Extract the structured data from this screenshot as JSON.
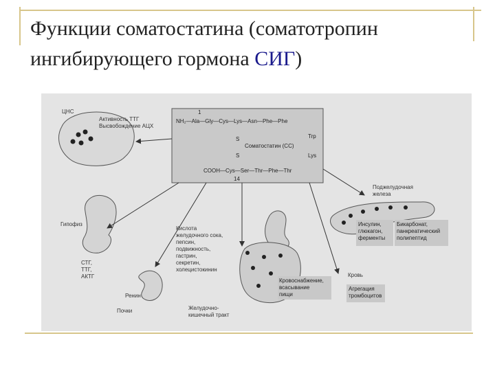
{
  "slide": {
    "title_main": "Функции соматостатина (соматотропин ингибирующего гормона ",
    "title_accent": "СИГ",
    "title_end": ")"
  },
  "figure": {
    "cns_label": "ЦНС",
    "cns_effects": "Активность ТТГ\nВысвобождение АЦХ",
    "formula": {
      "n_index": "1",
      "row1": "NH₂—Ala—Gly—Cys—Lys—Asn—Phe—Phe",
      "s1": "S",
      "s2": "S",
      "right1": "Trp",
      "right2": "Lys",
      "name": "Соматостатин (СС)",
      "row2": "COOH—Cys—Ser—Thr—Phe—Thr",
      "c_index": "14"
    },
    "pancreas_label": "Поджелудочная\nжелеза",
    "pancreas_hormones": "Инсулин,\nглюкагон,\nферменты",
    "pancreas_secretion": "Бикарбонат,\nпанкреатический\nполипептид",
    "pituitary_label": "Гипофиз",
    "pituitary_hormones": "СТГ,\nТТГ,\nАКТГ",
    "gi_secretion": "Кислота\nжелудочного сока,\nпепсин,\nподвижность,\nгастрин,\nсекретин,\nхолецистокинин",
    "blood_supply": "Кровоснабжение,\nвсасывание\nпищи",
    "blood_label": "Кровь",
    "platelets": "Агрегация\nтромбоцитов",
    "renin_label": "Ренин",
    "kidney_label": "Почки",
    "gi_tract_label": "Желудочно-\nкишечный тракт"
  }
}
